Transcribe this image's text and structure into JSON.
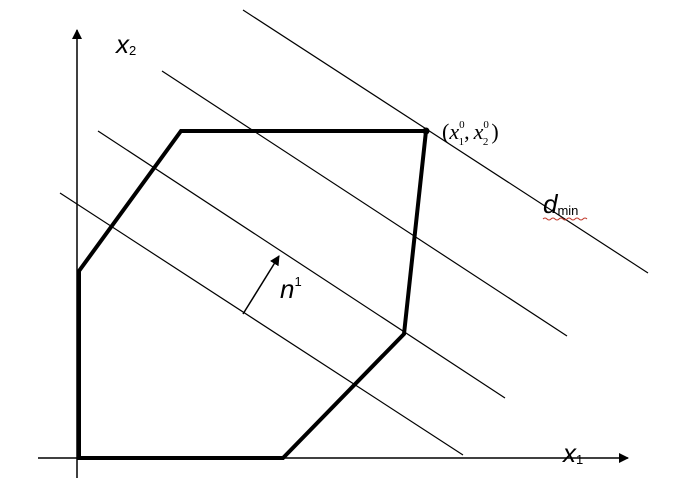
{
  "axes": {
    "x_label": "x",
    "x_sub": "1",
    "y_label": "x",
    "y_sub": "2"
  },
  "optimum_point": {
    "open": "(",
    "var1": "x",
    "sub1": "1",
    "sup1": "0",
    "comma": ",",
    "var2": "x",
    "sub2": "2",
    "sup2": "0",
    "close": ")"
  },
  "level_line_label": {
    "main": "d",
    "sub": "min"
  },
  "normal_vector": {
    "main": "n",
    "sup": "1"
  },
  "colors": {
    "ink": "#000000",
    "spellcheck_underline": "#c0392b"
  }
}
